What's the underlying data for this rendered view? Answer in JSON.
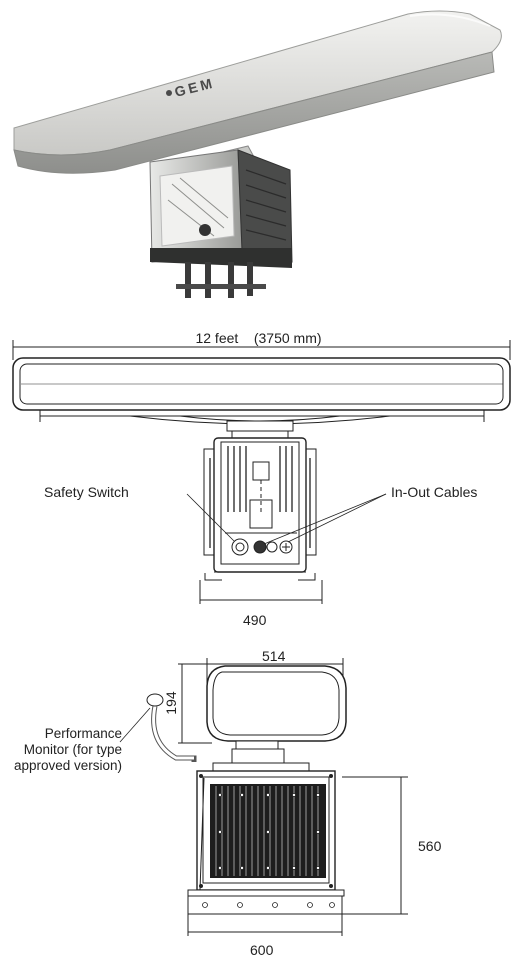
{
  "brand": {
    "logo_text": "GEM"
  },
  "front_view": {
    "width_label": "12 feet    (3750 mm)",
    "safety_switch_label": "Safety Switch",
    "cables_label": "In-Out Cables",
    "base_width_label": "490"
  },
  "side_view": {
    "top_width_label": "514",
    "antenna_height_label": "194",
    "height_label": "560",
    "base_width_label": "600",
    "performance_monitor_label": "Performance Monitor (for type approved version)"
  },
  "colors": {
    "line": "#222222",
    "body_fill": "#ffffff",
    "grille": "#1d1d1d",
    "photo_gray": "#cfd0cf"
  }
}
